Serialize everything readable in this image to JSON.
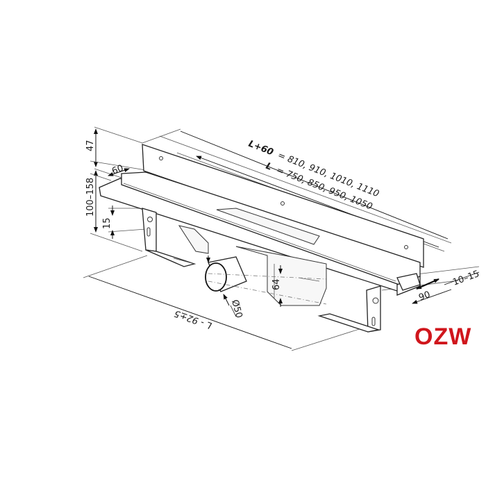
{
  "drawing": {
    "title_code": "OZW",
    "title_color": "#d0161c",
    "subject": "shower channel drain with wall flange and adjustable brackets",
    "dimensions": {
      "wall_flange_height": "47",
      "height_range": "100–158",
      "channel_width": "60",
      "frame_height": "15",
      "overall_length_prefix": "L+60",
      "overall_length_values": "= 810, 910, 1010, 1110",
      "length_prefix": "L",
      "length_values": "= 750, 850, 950, 1050",
      "bracket_span": "L - 92±5",
      "outlet_diameter": "Ø50",
      "trap_height": "64",
      "bracket_depth": "90",
      "wall_gap": "10–15"
    }
  }
}
